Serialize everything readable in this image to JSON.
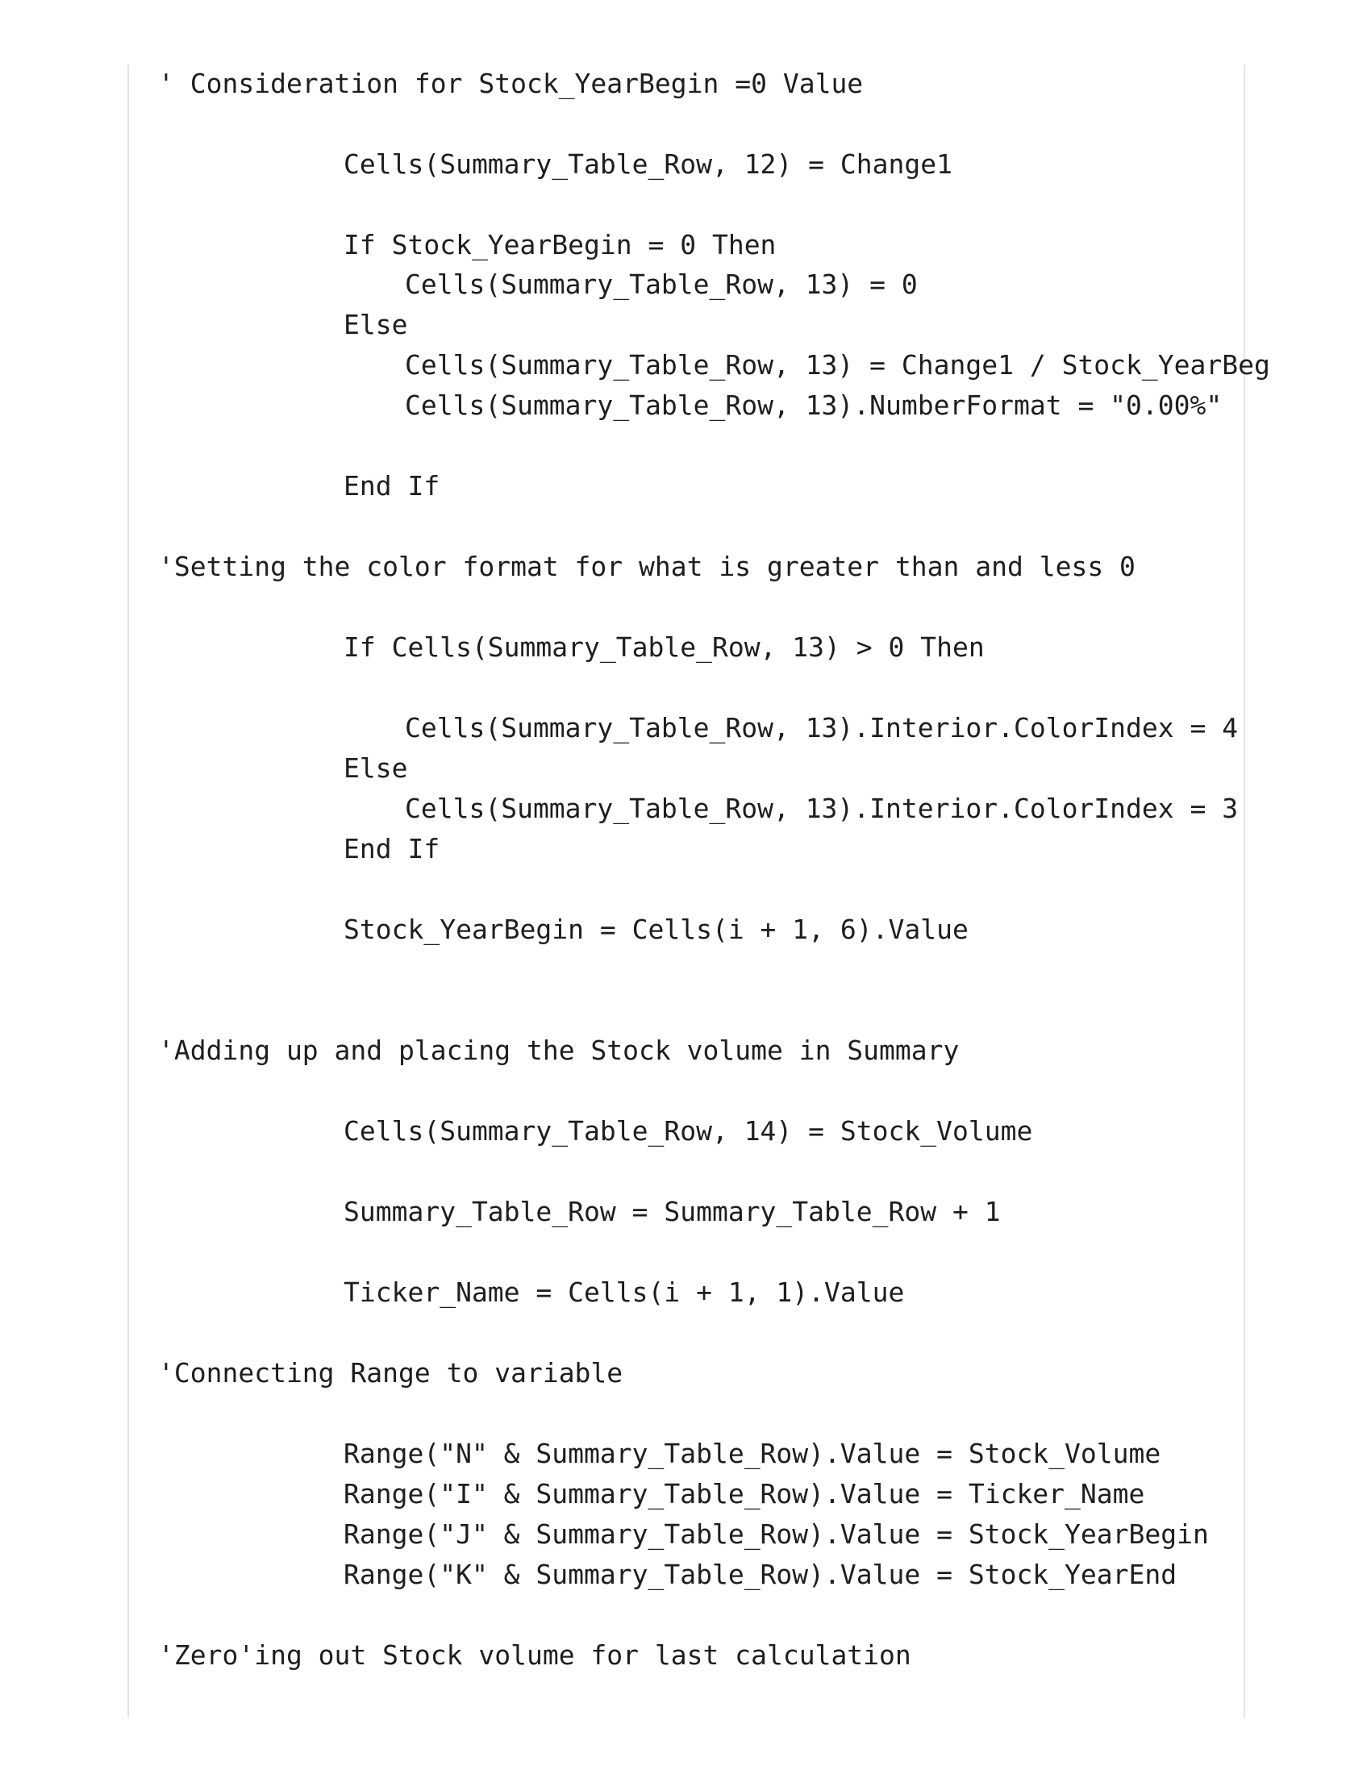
{
  "document": {
    "lines": [
      {
        "text": "' Consideration for Stock_YearBegin =0 Value",
        "indent": 0
      },
      {
        "text": "Cells(Summary_Table_Row, 12) = Change1",
        "indent": 1
      },
      {
        "text": "If Stock_YearBegin = 0 Then",
        "indent": 1
      },
      {
        "text": "Cells(Summary_Table_Row, 13) = 0",
        "indent": 2
      },
      {
        "text": "Else",
        "indent": 1
      },
      {
        "text": "Cells(Summary_Table_Row, 13) = Change1 / Stock_YearBeg",
        "indent": 2
      },
      {
        "text": "Cells(Summary_Table_Row, 13).NumberFormat = \"0.00%\"",
        "indent": 2
      },
      {
        "text": "End If",
        "indent": 1
      },
      {
        "text": "'Setting the color format for what is greater than and less 0",
        "indent": 0
      },
      {
        "text": "If Cells(Summary_Table_Row, 13) > 0 Then",
        "indent": 1
      },
      {
        "text": "Cells(Summary_Table_Row, 13).Interior.ColorIndex = 4",
        "indent": 2
      },
      {
        "text": "Else",
        "indent": 1
      },
      {
        "text": "Cells(Summary_Table_Row, 13).Interior.ColorIndex = 3",
        "indent": 2
      },
      {
        "text": "End If",
        "indent": 1
      },
      {
        "text": "Stock_YearBegin = Cells(i + 1, 6).Value",
        "indent": 1
      },
      {
        "text": "'Adding up and placing the Stock volume in Summary",
        "indent": 0
      },
      {
        "text": "Cells(Summary_Table_Row, 14) = Stock_Volume",
        "indent": 1
      },
      {
        "text": "Summary_Table_Row = Summary_Table_Row + 1",
        "indent": 1
      },
      {
        "text": "Ticker_Name = Cells(i + 1, 1).Value",
        "indent": 1
      },
      {
        "text": "'Connecting Range to variable",
        "indent": 0
      },
      {
        "text": "Range(\"N\" & Summary_Table_Row).Value = Stock_Volume",
        "indent": 1
      },
      {
        "text": "Range(\"I\" & Summary_Table_Row).Value = Ticker_Name",
        "indent": 1
      },
      {
        "text": "Range(\"J\" & Summary_Table_Row).Value = Stock_YearBegin",
        "indent": 1
      },
      {
        "text": "Range(\"K\" & Summary_Table_Row).Value = Stock_YearEnd",
        "indent": 1
      },
      {
        "text": "'Zero'ing out Stock volume for last calculation",
        "indent": 0
      }
    ]
  }
}
